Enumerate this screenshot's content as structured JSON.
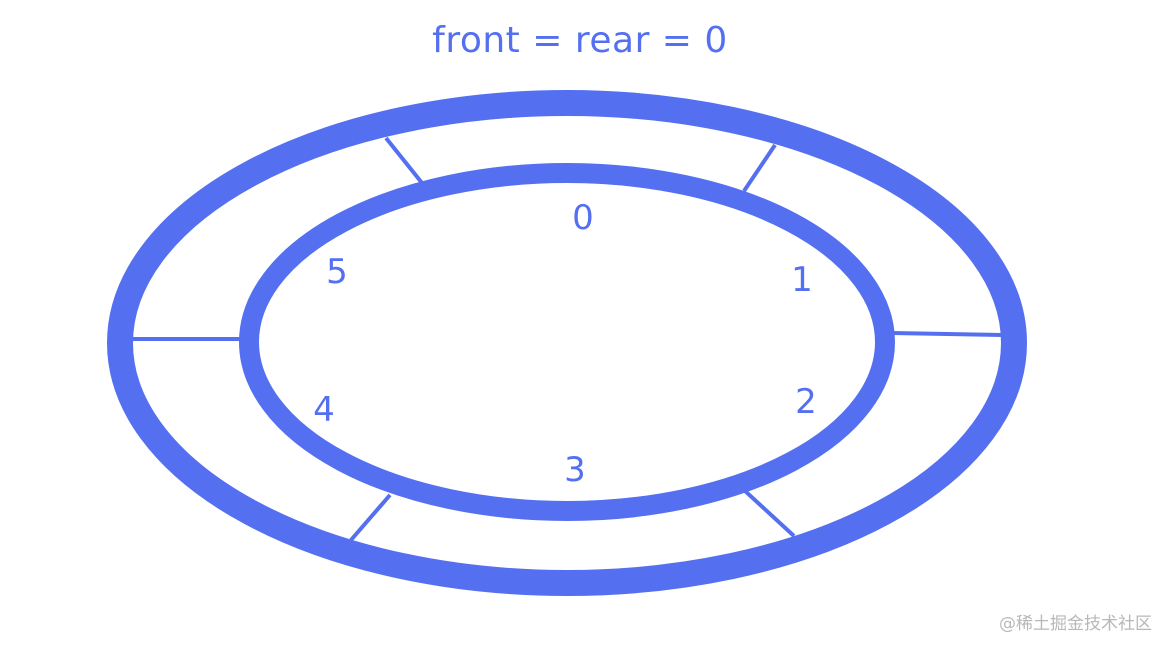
{
  "caption": "front = rear = 0",
  "slots": [
    {
      "index": "0"
    },
    {
      "index": "1"
    },
    {
      "index": "2"
    },
    {
      "index": "3"
    },
    {
      "index": "4"
    },
    {
      "index": "5"
    }
  ],
  "watermark": "@稀土掘金技术社区",
  "colors": {
    "ring": "#5470f0",
    "text": "#5470f0",
    "watermark": "#b8b8b8",
    "background": "#ffffff"
  }
}
